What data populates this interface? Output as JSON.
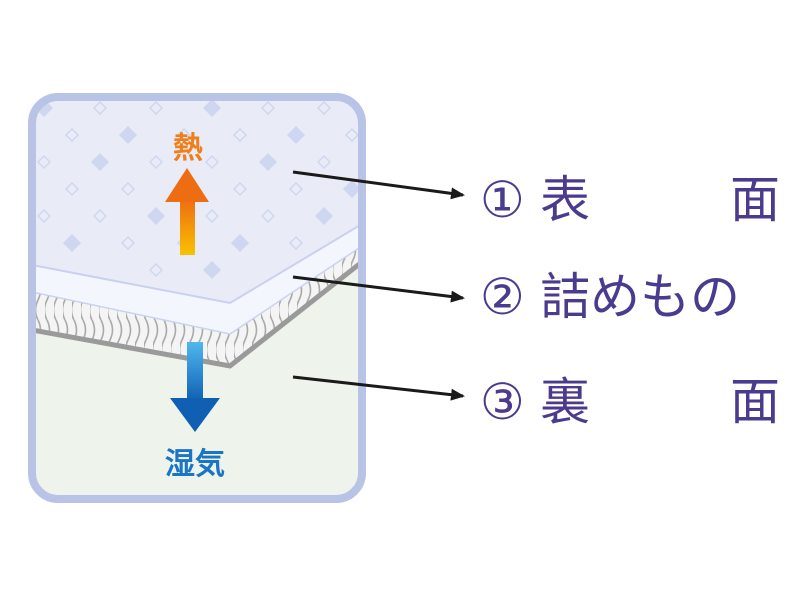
{
  "labels": {
    "surface": {
      "number": "①",
      "text_a": "表",
      "text_b": "面"
    },
    "filling": {
      "number": "②",
      "text": "詰めもの"
    },
    "back": {
      "number": "③",
      "text_a": "裏",
      "text_b": "面"
    }
  },
  "annotations": {
    "heat": "熱",
    "moisture": "湿気"
  },
  "colors": {
    "frame": "#b9c3e6",
    "surface": "#e9ebf7",
    "diamond": "#cfd6ef",
    "filling_white": "#f3f6fd",
    "wave_gray": "#a9a9a9",
    "back": "#eef4ec",
    "heat": "#ef7f1a",
    "moisture": "#1a75c6",
    "label": "#4b3b8f",
    "leader": "#1a1a1a"
  }
}
